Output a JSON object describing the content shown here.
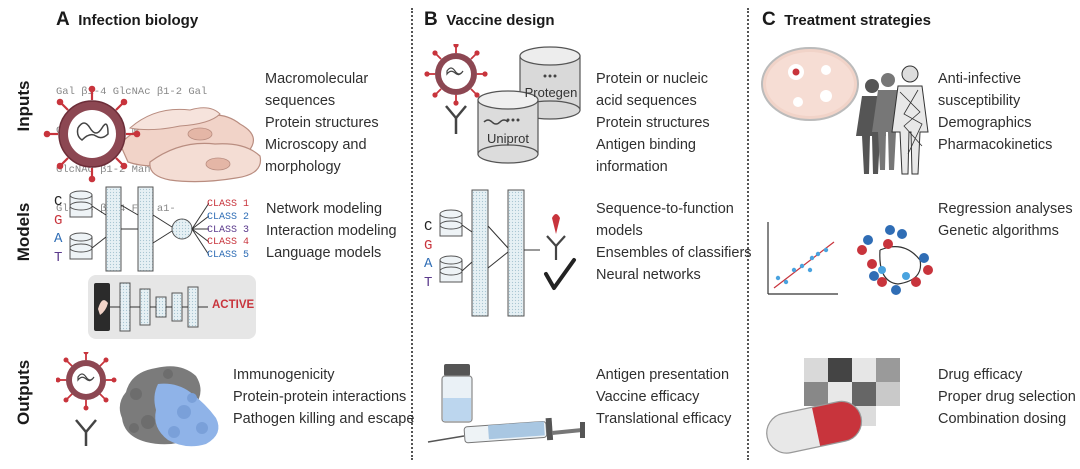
{
  "rows": [
    "Inputs",
    "Models",
    "Outputs"
  ],
  "columns": [
    {
      "letter": "A",
      "title": "Infection biology",
      "inputs": [
        "Macromolecular sequences",
        "Protein structures",
        "Microscopy and morphology"
      ],
      "models": [
        "Network modeling",
        "Interaction modeling",
        "Language models"
      ],
      "outputs": [
        "Immunogenicity",
        "Protein-protein interactions",
        "Pathogen killing and escape"
      ]
    },
    {
      "letter": "B",
      "title": "Vaccine design",
      "inputs": [
        "Protein or nucleic acid sequences",
        "Protein structures",
        "Antigen binding information"
      ],
      "models": [
        "Sequence-to-function models",
        "Ensembles of classifiers",
        "Neural networks"
      ],
      "outputs": [
        "Antigen presentation",
        "Vaccine efficacy",
        "Translational efficacy"
      ]
    },
    {
      "letter": "C",
      "title": "Treatment strategies",
      "inputs": [
        "Anti-infective susceptibility",
        "Demographics",
        "Pharmacokinetics"
      ],
      "models": [
        "Regression analyses",
        "Genetic algorithms"
      ],
      "outputs": [
        "Drug efficacy",
        "Proper drug selection",
        "Combination dosing"
      ]
    }
  ],
  "glycan_lines": [
    "Gal β1-4 GlcNAc β1-2 Gal",
    "GlcNAc β1-4 Man a1-3 Gal",
    "GlcNAc β1-2 Man a1-6 Man",
    "GlcNAc β1-4 Fuc a1-"
  ],
  "nucleotides": [
    {
      "letter": "C",
      "color": "#222222"
    },
    {
      "letter": "G",
      "color": "#c8343c"
    },
    {
      "letter": "A",
      "color": "#2f6db5"
    },
    {
      "letter": "T",
      "color": "#5b3a8c"
    }
  ],
  "class_labels": [
    {
      "text": "CLASS 1",
      "color": "#c8343c"
    },
    {
      "text": "CLASS 2",
      "color": "#2f6db5"
    },
    {
      "text": "CLASS 3",
      "color": "#5b3a8c"
    },
    {
      "text": "CLASS 4",
      "color": "#c8343c"
    },
    {
      "text": "CLASS 5",
      "color": "#2f6db5"
    }
  ],
  "active_label": "ACTIVE",
  "databases": [
    "Protegen",
    "Uniprot"
  ],
  "accent_red": "#c8343c",
  "accent_blue": "#2f6db5",
  "icons": [
    "virus-icon",
    "antibody-icon",
    "cells-icon",
    "database-icon",
    "petri-dish-icon",
    "human-silhouettes-icon",
    "vial-icon",
    "syringe-icon",
    "capsule-icon",
    "checkmark-icon"
  ]
}
